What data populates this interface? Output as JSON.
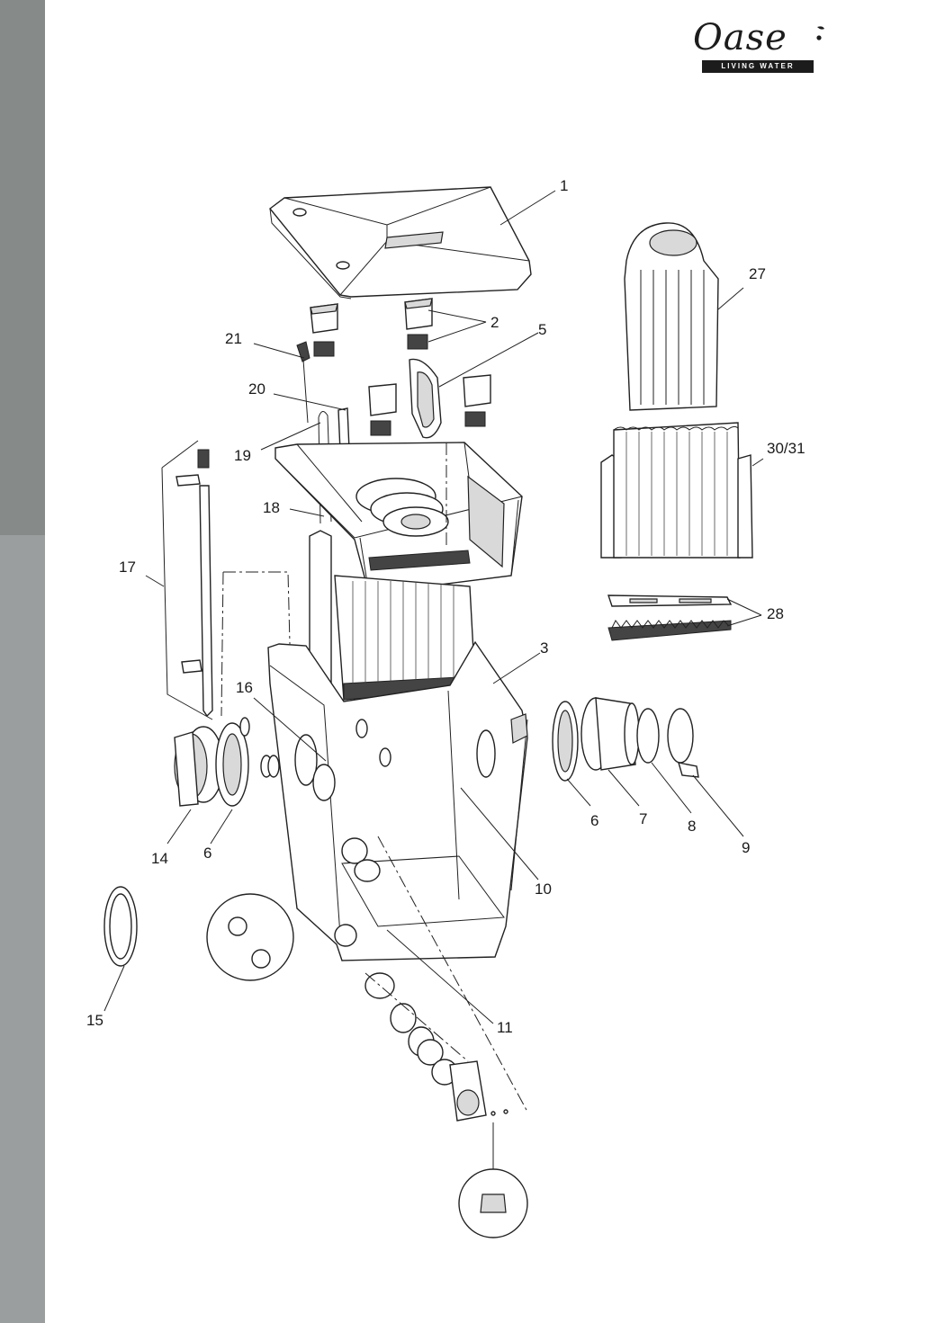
{
  "brand": {
    "name": "Oase",
    "tagline": "LIVING WATER"
  },
  "callouts": [
    {
      "id": "c1",
      "label": "1"
    },
    {
      "id": "c2",
      "label": "2"
    },
    {
      "id": "c5",
      "label": "5"
    },
    {
      "id": "c21",
      "label": "21"
    },
    {
      "id": "c20",
      "label": "20"
    },
    {
      "id": "c19",
      "label": "19"
    },
    {
      "id": "c18",
      "label": "18"
    },
    {
      "id": "c17",
      "label": "17"
    },
    {
      "id": "c16",
      "label": "16"
    },
    {
      "id": "c14",
      "label": "14"
    },
    {
      "id": "c6a",
      "label": "6"
    },
    {
      "id": "c15",
      "label": "15"
    },
    {
      "id": "c3",
      "label": "3"
    },
    {
      "id": "c6b",
      "label": "6"
    },
    {
      "id": "c7",
      "label": "7"
    },
    {
      "id": "c8",
      "label": "8"
    },
    {
      "id": "c9",
      "label": "9"
    },
    {
      "id": "c10",
      "label": "10"
    },
    {
      "id": "c11",
      "label": "11"
    },
    {
      "id": "c27",
      "label": "27"
    },
    {
      "id": "c3031",
      "label": "30/31"
    },
    {
      "id": "c28",
      "label": "28"
    }
  ],
  "colors": {
    "sidebar_top": "#868b89",
    "sidebar_bottom": "#9a9e9f",
    "line": "#222222"
  }
}
